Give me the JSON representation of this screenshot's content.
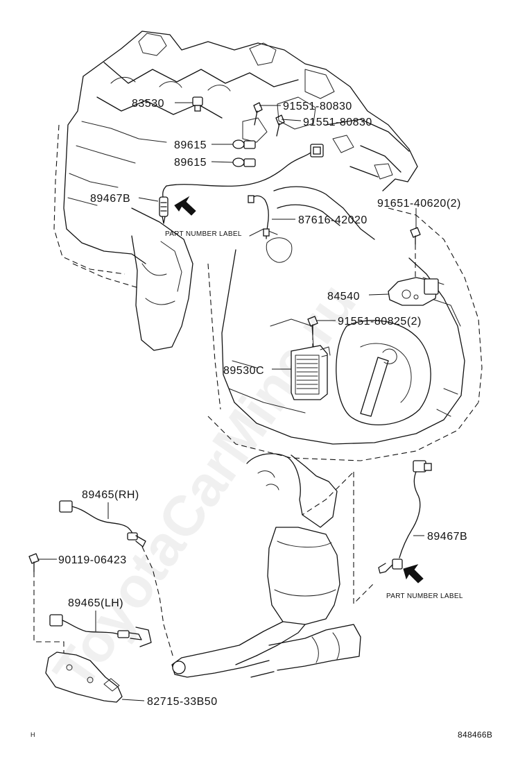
{
  "parts": {
    "p83530": "83530",
    "p91551_80830_a": "91551-80830",
    "p91551_80830_b": "91551-80830",
    "p89615_a": "89615",
    "p89615_b": "89615",
    "p89467B_top": "89467B",
    "p87616_42020": "87616-42020",
    "p91651_40620": "91651-40620(2)",
    "p84540": "84540",
    "p91551_80825": "91551-80825(2)",
    "p89530C": "89530C",
    "p89465_rh": "89465(RH)",
    "p90119_06423": "90119-06423",
    "p89465_lh": "89465(LH)",
    "p82715_33B50": "82715-33B50",
    "p89467B_right": "89467B"
  },
  "labels": {
    "part_number_label_top": "PART NUMBER LABEL",
    "part_number_label_right": "PART NUMBER LABEL"
  },
  "watermark": "ToyotaCarMine.ru",
  "footer": {
    "left_mark": "H",
    "drawing_number": "848466B"
  }
}
